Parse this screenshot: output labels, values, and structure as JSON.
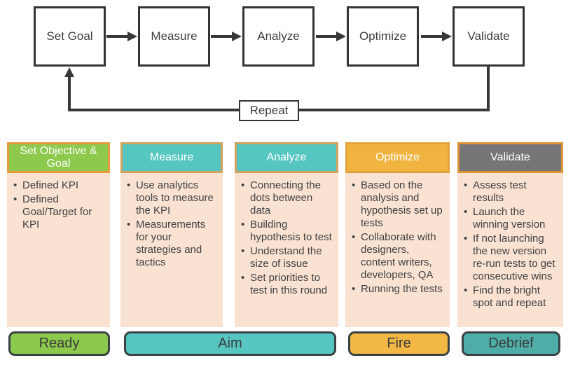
{
  "flow": {
    "steps": [
      {
        "label": "Set Goal"
      },
      {
        "label": "Measure"
      },
      {
        "label": "Analyze"
      },
      {
        "label": "Optimize"
      },
      {
        "label": "Validate"
      }
    ],
    "repeat_label": "Repeat"
  },
  "columns": [
    {
      "title": "Set Objective & Goal",
      "header_color": "#8dc94c",
      "border_color": "#e8993b",
      "bullets": [
        "Defined KPI",
        "Defined Goal/Target for KPI"
      ]
    },
    {
      "title": "Measure",
      "header_color": "#55c6c0",
      "border_color": "#d2a35f",
      "bullets": [
        "Use analytics tools to measure the KPI",
        "Measurements for your strategies and tactics"
      ]
    },
    {
      "title": "Analyze",
      "header_color": "#55c6c0",
      "border_color": "#d2a35f",
      "bullets": [
        "Connecting the dots between data",
        "Building hypothesis to test",
        "Understand the size of issue",
        "Set priorities to test in this round"
      ]
    },
    {
      "title": "Optimize",
      "header_color": "#f1b440",
      "border_color": "#e2a33d",
      "bullets": [
        "Based on the analysis and hypothesis set up tests",
        "Collaborate with designers, content writers, developers, QA",
        "Running the tests"
      ]
    },
    {
      "title": "Validate",
      "header_color": "#767679",
      "border_color": "#de9434",
      "bullets": [
        "Assess test results",
        "Launch the winning version",
        "If not launching the new version re-run tests to get consecutive wins",
        "Find the bright spot and repeat"
      ]
    }
  ],
  "phases": [
    {
      "label": "Ready",
      "color": "#8dc94c"
    },
    {
      "label": "Aim",
      "color": "#55c6c0"
    },
    {
      "label": "Fire",
      "color": "#f2b843"
    },
    {
      "label": "Debrief",
      "color": "#4fada7"
    }
  ],
  "colors": {
    "body_background": "#fae2d2",
    "line": "#383838",
    "text_dark": "#3e3e40",
    "header_text": "#ffffff"
  }
}
